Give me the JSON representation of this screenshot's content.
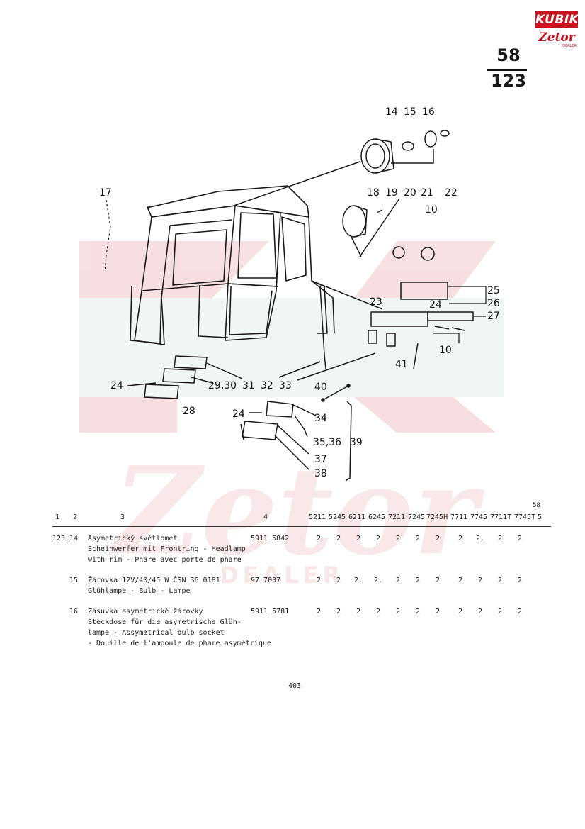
{
  "logo": {
    "top": "KUBIK",
    "bottom": "Zetor",
    "sub": "DEALER"
  },
  "watermark": {
    "brand": "Zetor",
    "sub": "DEALER"
  },
  "page_group": {
    "top": "58",
    "bottom": "123"
  },
  "callouts": {
    "c14": "14",
    "c15": "15",
    "c16": "16",
    "c17": "17",
    "c18": "18",
    "c19": "19",
    "c20": "20",
    "c21": "21",
    "c22": "22",
    "c10a": "10",
    "c25": "25",
    "c26": "26",
    "c23": "23",
    "c24a": "24",
    "c27": "27",
    "c10b": "10",
    "c41": "41",
    "c24b": "24",
    "c2930": "29,30",
    "c31": "31",
    "c32": "32",
    "c33": "33",
    "c28": "28",
    "c40": "40",
    "c24c": "24",
    "c34": "34",
    "c3536": "35,36",
    "c39": "39",
    "c37": "37",
    "c38": "38"
  },
  "table": {
    "columns": [
      "1",
      "2",
      "3",
      "4",
      "5211",
      "5245",
      "6211",
      "6245",
      "7211",
      "7245",
      "7245H",
      "7711",
      "7745",
      "7711T",
      "7745T",
      "5"
    ],
    "super_label": "58",
    "rows": [
      {
        "group": "123",
        "pos": "14",
        "desc": [
          "Asymetrický světlomet",
          "Scheinwerfer mit Frontring - Headlamp",
          "with rim - Phare avec porte de phare"
        ],
        "part": "5911 5842",
        "qty": [
          "2",
          "2",
          "2",
          "2",
          "2",
          "2",
          "2",
          "2",
          "2.",
          "2",
          "2"
        ]
      },
      {
        "group": "",
        "pos": "15",
        "desc": [
          "Žárovka 12V/40/45 W ČSN 36 0181",
          "Glühlampe - Bulb - Lampe"
        ],
        "part": "97 7007",
        "qty": [
          "2",
          "2",
          "2.",
          "2.",
          "2",
          "2",
          "2",
          "2",
          "2",
          "2",
          "2"
        ]
      },
      {
        "group": "",
        "pos": "16",
        "desc": [
          "Zásuvka asymetrické žárovky",
          "Steckdose für die asymetrische Glüh-",
          "lampe - Assymetrical bulb socket",
          "- Douille de l'ampoule de phare asymétrique"
        ],
        "part": "5911 5781",
        "qty": [
          "2",
          "2",
          "2",
          "2",
          "2",
          "2",
          "2",
          "2",
          "2",
          "2",
          "2"
        ]
      }
    ]
  },
  "page_number": "403"
}
